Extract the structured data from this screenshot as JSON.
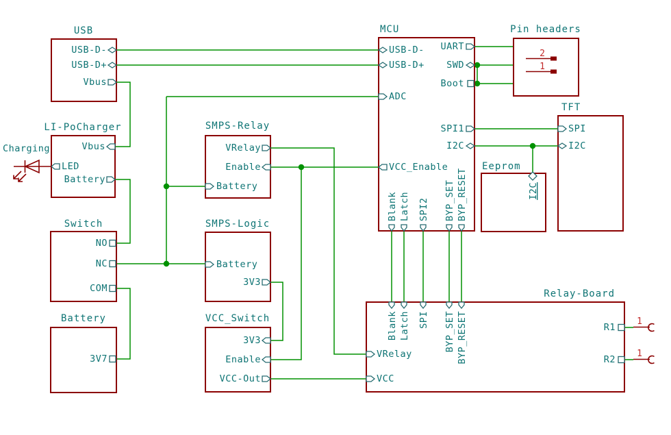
{
  "colors": {
    "background": "#ffffff",
    "wire_green": "#009100",
    "junction_green": "#009100",
    "sheet_border_red": "#8b0000",
    "label_teal": "#0e7474",
    "pin_symbol_red": "#8b0000",
    "pin_number_red": "#c22a2a"
  },
  "annotations": {
    "charging_label": "Charging"
  },
  "blocks": {
    "usb": {
      "title": "USB",
      "pins": {
        "usb_dm": "USB-D-",
        "usb_dp": "USB-D+",
        "vbus": "Vbus"
      }
    },
    "lipo": {
      "title": "LI-PoCharger",
      "pins": {
        "vbus": "Vbus",
        "led": "LED",
        "battery": "Battery"
      }
    },
    "switch": {
      "title": "Switch",
      "pins": {
        "no": "NO",
        "nc": "NC",
        "com": "COM"
      }
    },
    "battery": {
      "title": "Battery",
      "pins": {
        "v37": "3V7"
      }
    },
    "smps_relay": {
      "title": "SMPS-Relay",
      "pins": {
        "vrelay": "VRelay",
        "enable": "Enable",
        "battery": "Battery"
      }
    },
    "smps_logic": {
      "title": "SMPS-Logic",
      "pins": {
        "battery": "Battery",
        "v33": "3V3"
      }
    },
    "vcc_switch": {
      "title": "VCC_Switch",
      "pins": {
        "v33": "3V3",
        "enable": "Enable",
        "vcc_out": "VCC-Out"
      }
    },
    "mcu": {
      "title": "MCU",
      "pins": {
        "usb_dm": "USB-D-",
        "usb_dp": "USB-D+",
        "adc": "ADC",
        "vcc_enable": "VCC_Enable",
        "uart": "UART",
        "swd": "SWD",
        "boot": "Boot",
        "spi1": "SPI1",
        "i2c": "I2C",
        "blank": "Blank",
        "latch": "Latch",
        "spi2": "SPI2",
        "byp_set": "BYP_SET",
        "byp_reset": "BYP_RESET"
      }
    },
    "pin_headers": {
      "title": "Pin headers",
      "pin_numbers": [
        "2",
        "1"
      ]
    },
    "tft": {
      "title": "TFT",
      "pins": {
        "spi": "SPI",
        "i2c": "I2C"
      }
    },
    "eeprom": {
      "title": "Eeprom",
      "pins": {
        "i2c": "I2C"
      }
    },
    "relay_board": {
      "title": "Relay-Board",
      "pins": {
        "blank": "Blank",
        "latch": "Latch",
        "spi": "SPI",
        "byp_set": "BYP_SET",
        "byp_reset": "BYP_RESET",
        "vrelay": "VRelay",
        "vcc": "VCC",
        "r1": "R1",
        "r2": "R2"
      },
      "external_pin_numbers": {
        "r1": "1",
        "r2": "1"
      }
    }
  }
}
